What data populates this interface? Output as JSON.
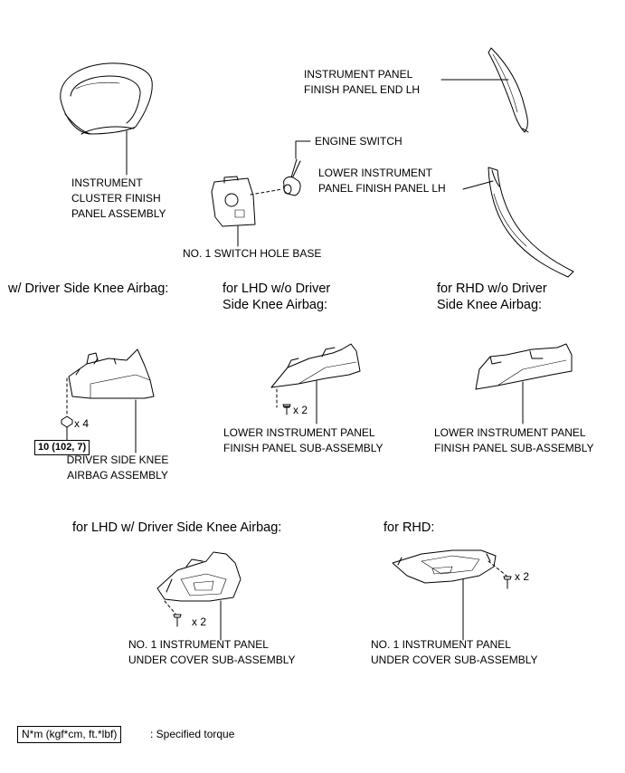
{
  "labels": {
    "cluster_finish_panel": [
      "INSTRUMENT",
      "CLUSTER FINISH",
      "PANEL ASSEMBLY"
    ],
    "end_lh": [
      "INSTRUMENT PANEL",
      "FINISH PANEL END LH"
    ],
    "engine_switch": "ENGINE SWITCH",
    "lower_finish_lh": [
      "LOWER INSTRUMENT",
      "PANEL FINISH PANEL LH"
    ],
    "switch_hole_base": "NO. 1 SWITCH HOLE BASE",
    "knee_airbag": [
      "DRIVER SIDE KNEE",
      "AIRBAG ASSEMBLY"
    ],
    "lower_finish_sub_lhd": [
      "LOWER INSTRUMENT PANEL",
      "FINISH PANEL SUB-ASSEMBLY"
    ],
    "lower_finish_sub_rhd": [
      "LOWER INSTRUMENT PANEL",
      "FINISH PANEL SUB-ASSEMBLY"
    ],
    "under_cover_lhd": [
      "NO. 1 INSTRUMENT PANEL",
      "UNDER COVER SUB-ASSEMBLY"
    ],
    "under_cover_rhd": [
      "NO. 1 INSTRUMENT PANEL",
      "UNDER COVER SUB-ASSEMBLY"
    ]
  },
  "headings": {
    "with_knee_airbag": "w/ Driver Side Knee Airbag:",
    "lhd_without": [
      "for LHD w/o Driver",
      "Side Knee Airbag:"
    ],
    "rhd_without": [
      "for RHD w/o Driver",
      "Side Knee Airbag:"
    ],
    "lhd_with": "for LHD w/ Driver Side Knee Airbag:",
    "rhd": "for RHD:"
  },
  "quantities": {
    "knee_airbag_bolts": "x 4",
    "lhd_finish_screws": "x 2",
    "lhd_cover_screws": "x 2",
    "rhd_cover_screws": "x 2"
  },
  "torque": {
    "knee_airbag": "10 (102, 7)"
  },
  "legend": {
    "box_label": "N*m (kgf*cm, ft.*lbf)",
    "description": ": Specified torque"
  }
}
